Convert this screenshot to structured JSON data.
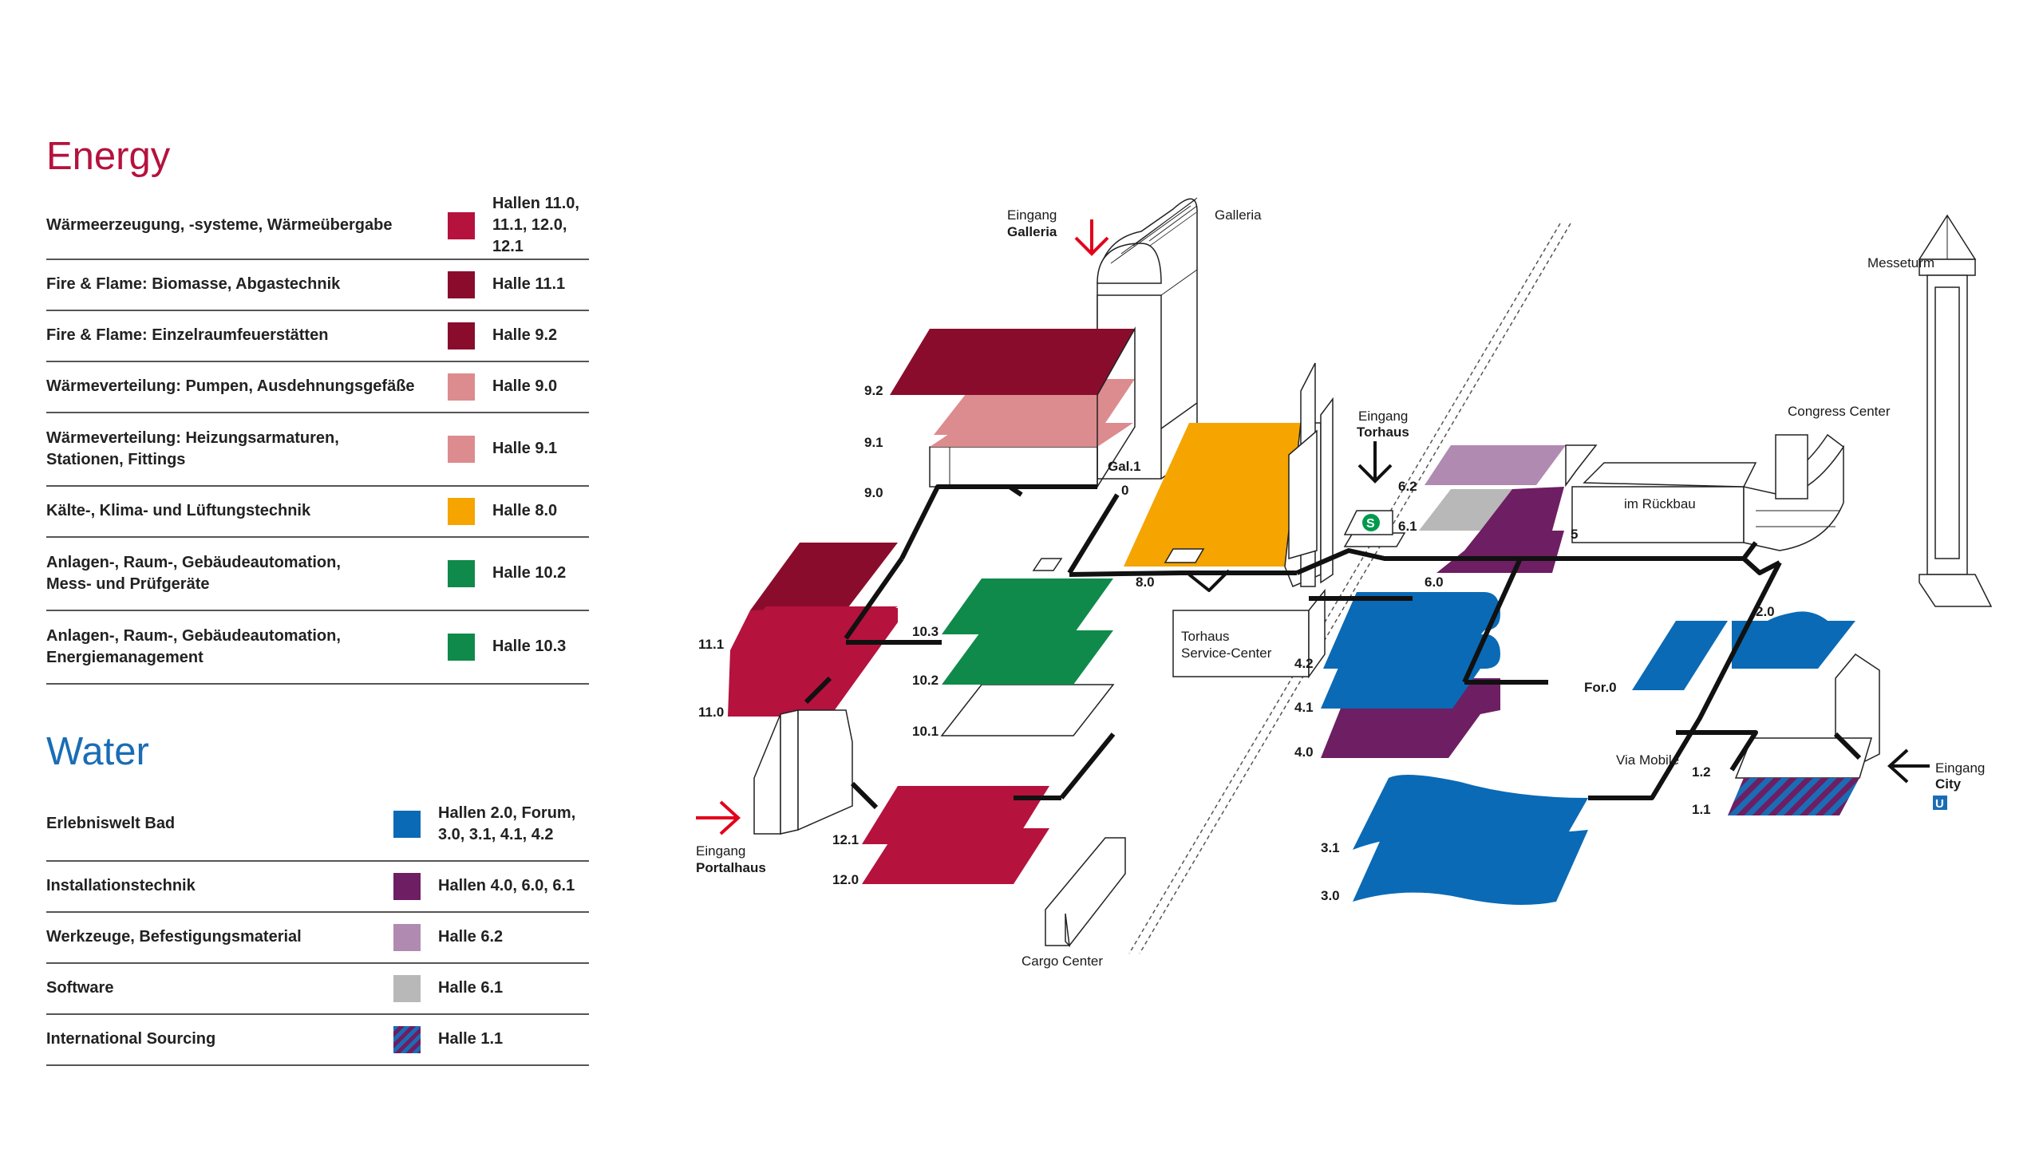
{
  "legend": {
    "energy_title": "Energy",
    "energy": [
      {
        "category": "Wärmeerzeugung, -systeme, Wärmeübergabe",
        "hall": "Hallen 11.0,\n11.1, 12.0, 12.1",
        "color": "#b5123d"
      },
      {
        "category": "Fire & Flame: Biomasse, Abgastechnik",
        "hall": "Halle 11.1",
        "color": "#8a0c2c"
      },
      {
        "category": "Fire & Flame: Einzelraumfeuerstätten",
        "hall": "Halle 9.2",
        "color": "#8a0c2c"
      },
      {
        "category": "Wärmeverteilung: Pumpen, Ausdehnungsgefäße",
        "hall": "Halle 9.0",
        "color": "#dc8b8e"
      },
      {
        "category": "Wärmeverteilung: Heizungsarmaturen,\nStationen, Fittings",
        "hall": "Halle 9.1",
        "color": "#dc8b8e"
      },
      {
        "category": "Kälte-, Klima- und Lüftungstechnik",
        "hall": "Halle 8.0",
        "color": "#f5a400"
      },
      {
        "category": "Anlagen-, Raum-, Gebäudeautomation,\nMess- und Prüfgeräte",
        "hall": "Halle 10.2",
        "color": "#0f8a4b"
      },
      {
        "category": "Anlagen-, Raum-, Gebäudeautomation,\nEnergiemanagement",
        "hall": "Halle 10.3",
        "color": "#0f8a4b"
      }
    ],
    "water_title": "Water",
    "water": [
      {
        "category": "Erlebniswelt Bad",
        "hall": "Hallen 2.0, Forum,\n3.0, 3.1, 4.1, 4.2",
        "color": "#0a6ab5"
      },
      {
        "category": "Installationstechnik",
        "hall": "Hallen 4.0, 6.0, 6.1",
        "color": "#6e1e62"
      },
      {
        "category": "Werkzeuge, Befestigungsmaterial",
        "hall": "Halle 6.2",
        "color": "#b08ab0"
      },
      {
        "category": "Software",
        "hall": "Halle 6.1",
        "color": "#b8b8b8"
      },
      {
        "category": "International Sourcing",
        "hall": "Halle 1.1",
        "color": "hatch"
      }
    ]
  },
  "map": {
    "galleria": "Galleria",
    "eingang": "Eingang",
    "eingang_galleria": "Galleria",
    "eingang_torhaus": "Torhaus",
    "eingang_portalhaus": "Portalhaus",
    "eingang_city": "City",
    "messeturm": "Messeturm",
    "congress_center": "Congress Center",
    "im_rueckbau": "im Rückbau",
    "torhaus_service_1": "Torhaus",
    "torhaus_service_2": "Service-Center",
    "cargo_center": "Cargo Center",
    "via_mobile": "Via Mobile",
    "s_bahn": "S",
    "u_bahn": "U",
    "halls": {
      "h9_2": "9.2",
      "h9_1": "9.1",
      "h9_0": "9.0",
      "gal1": "Gal.1",
      "zero": "0",
      "h8_0": "8.0",
      "h11_1": "11.1",
      "h11_0": "11.0",
      "h10_3": "10.3",
      "h10_2": "10.2",
      "h10_1": "10.1",
      "h12_1": "12.1",
      "h12_0": "12.0",
      "h6_2": "6.2",
      "h6_1": "6.1",
      "h6_0": "6.0",
      "h5": "5",
      "h4_2": "4.2",
      "h4_1": "4.1",
      "h4_0": "4.0",
      "h3_1": "3.1",
      "h3_0": "3.0",
      "h2_0": "2.0",
      "for0": "For.0",
      "h1_2": "1.2",
      "h1_1": "1.1"
    },
    "colors": {
      "energy_red": "#b5123d",
      "dark_red": "#8a0c2c",
      "pink": "#dc8b8e",
      "orange": "#f5a400",
      "green": "#0f8a4b",
      "blue": "#0a6ab5",
      "purple": "#6e1e62",
      "lilac": "#b08ab0",
      "grey": "#b8b8b8",
      "arrow_red": "#e3001b",
      "sbahn_green": "#009a4e",
      "ubahn_blue": "#1a6db5"
    }
  }
}
